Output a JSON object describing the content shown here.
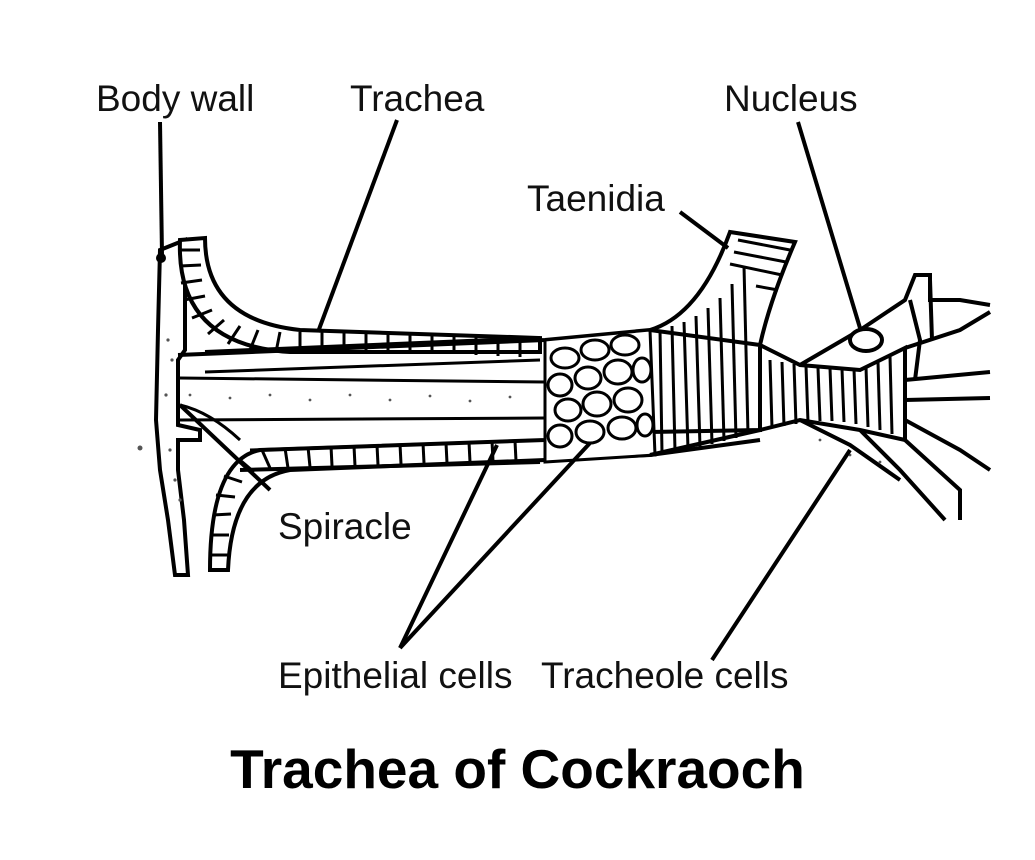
{
  "title": "Trachea of Cockraoch",
  "labels": {
    "body_wall": "Body wall",
    "trachea": "Trachea",
    "nucleus": "Nucleus",
    "taenidia": "Taenidia",
    "spiracle": "Spiracle",
    "epithelial_cells": "Epithelial cells",
    "tracheole_cells": "Tracheole cells"
  },
  "colors": {
    "ink": "#000000",
    "fill": "#ffffff",
    "stipple": "#555555"
  }
}
